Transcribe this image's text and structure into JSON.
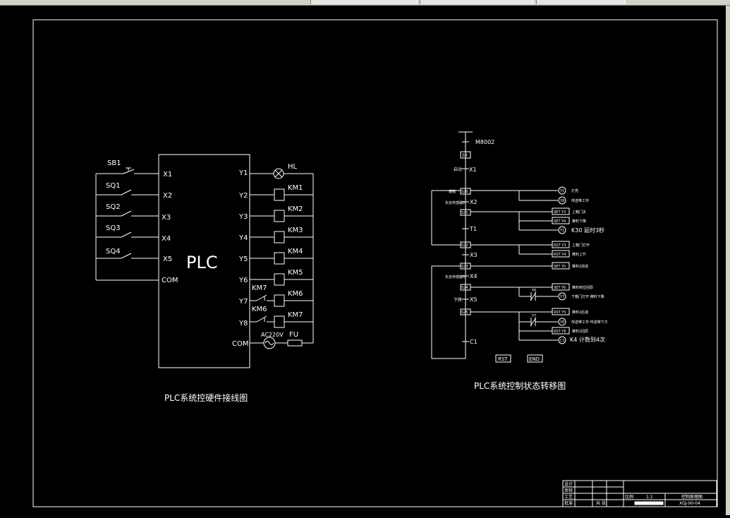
{
  "colors": {
    "background": "#000000",
    "lines": "#ffffff",
    "toolbar": "#d4d0c8"
  },
  "left_diagram": {
    "plc_label": "PLC",
    "caption": "PLC系统控硬件接线图",
    "inputs": [
      {
        "device": "SB1",
        "terminal": "X1"
      },
      {
        "device": "SQ1",
        "terminal": "X2"
      },
      {
        "device": "SQ2",
        "terminal": "X3"
      },
      {
        "device": "SQ3",
        "terminal": "X4"
      },
      {
        "device": "SQ4",
        "terminal": "X5"
      }
    ],
    "input_com": "COM",
    "outputs": [
      {
        "terminal": "Y1",
        "device": "HL"
      },
      {
        "terminal": "Y2",
        "device": "KM1"
      },
      {
        "terminal": "Y3",
        "device": "KM2"
      },
      {
        "terminal": "Y4",
        "device": "KM3"
      },
      {
        "terminal": "Y5",
        "device": "KM4"
      },
      {
        "terminal": "Y6",
        "device": "KM5"
      },
      {
        "terminal": "Y7",
        "device": "KM6",
        "interlock": "KM7"
      },
      {
        "terminal": "Y8",
        "device": "KM7",
        "interlock": "KM6"
      }
    ],
    "output_com": "COM",
    "supply": "AC220V",
    "fuse": "FU"
  },
  "right_diagram": {
    "caption": "PLC系统控制状态转移图",
    "top_contact": "M8002",
    "s0": "S0",
    "x1": "X1",
    "x1_note": "启动",
    "x2": "X2",
    "x3": "X3",
    "x4": "X4",
    "x5": "X5",
    "t1": "T1",
    "c1": "C1",
    "x5_note": "下降",
    "steps": [
      "S20",
      "S21",
      "S22",
      "S23",
      "S24",
      "S25"
    ],
    "step_notes": [
      "装箱",
      "失去传感器2",
      "失去传感器3"
    ],
    "actions": [
      {
        "box": "Y1",
        "text": "灯亮"
      },
      {
        "box": "Y8",
        "text": "传送带工作"
      },
      {
        "box": "SET Y3",
        "text": "上箱门关"
      },
      {
        "box": "SET Y4",
        "text": "推料下降"
      },
      {
        "box": "T1",
        "text": "K30 延时3秒"
      },
      {
        "box": "RST Y3",
        "text": "上箱门打开"
      },
      {
        "box": "RST Y4",
        "text": "推料上升"
      },
      {
        "box": "SET Y5",
        "text": "推料2前进"
      },
      {
        "box": "SET Y6",
        "text": "推料到位回原"
      },
      {
        "box": "Y7",
        "text": "下箱门打开 推料下降"
      },
      {
        "box": "RST Y5",
        "text": "推料2后退"
      },
      {
        "box": "Y8",
        "text": "传送带工作 传送带下方"
      },
      {
        "box": "RST Y6",
        "text": "推料2回原"
      },
      {
        "box": "C1",
        "text": "K4 计数到4次"
      }
    ],
    "contacts": [
      "Y6",
      "Y7"
    ],
    "end_blocks": [
      "RST",
      "END"
    ]
  },
  "title_block": {
    "rows": [
      "设计",
      "审核",
      "工艺",
      "批准"
    ],
    "scale_label": "比例",
    "scale": "1:1",
    "drawing_name": "控制原理图",
    "drawing_no": "XGJ-00-04",
    "page_label": "共 张"
  }
}
